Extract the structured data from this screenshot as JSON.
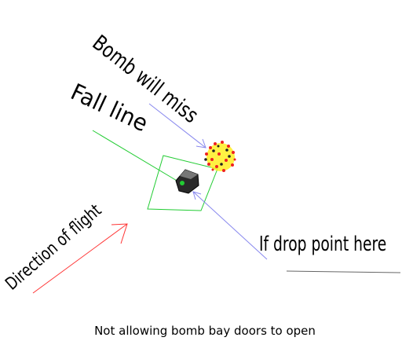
{
  "labels": {
    "bomb_will_miss": "Bomb will miss",
    "fall_line": "Fall line",
    "direction_of_flight": "Direction of flight",
    "if_drop_point_here": "If drop point here"
  },
  "caption": "Not allowing bomb bay doors to open",
  "colors": {
    "background": "#ffffff",
    "fall_line": "#22cc33",
    "flight_arrow": "#ff3333",
    "pointer_lines": "#8888ee",
    "target_square": "#22cc33",
    "bomb_body": "#222222",
    "bomb_marker": "#22cc33",
    "explosion_red": "#ee2222",
    "explosion_yellow": "#ffee22",
    "explosion_dark": "#222222",
    "underline": "#666666"
  },
  "icons": {
    "bomb": "bomb-icon",
    "explosion": "explosion-icon",
    "flight_arrow": "arrow-icon"
  }
}
